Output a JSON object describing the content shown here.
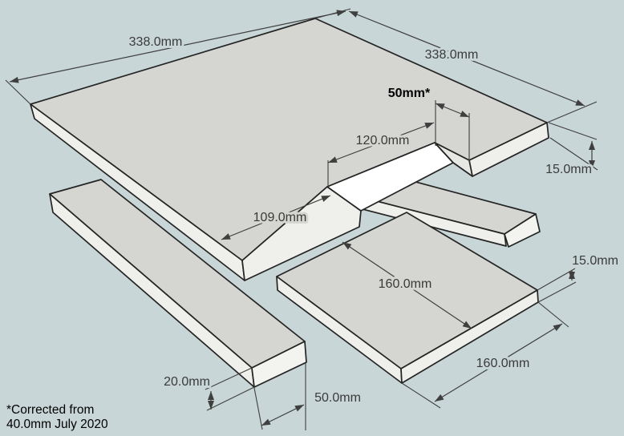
{
  "diagram": {
    "type": "3d-cad-exploded-parts-drawing",
    "colors": {
      "background": "#c9d6d7",
      "panel_top": "#d5d5d2",
      "panel_front": "#efefec",
      "notch_face": "#ffffff",
      "outline": "#242424",
      "dimension": "#3f3f3f"
    },
    "dims": {
      "panel_width_left": "338.0mm",
      "panel_width_right": "338.0mm",
      "notch_depth": "50mm*",
      "notch_length": "120.0mm",
      "panel_thickness": "15.0mm",
      "edge_to_notch": "109.0mm",
      "small_panel_width": "160.0mm",
      "small_panel_length": "160.0mm",
      "small_panel_thickness": "15.0mm",
      "bar_height": "20.0mm",
      "bar_width": "50.0mm"
    },
    "footnote": {
      "line1": "*Corrected from",
      "line2": "40.0mm July 2020"
    }
  }
}
